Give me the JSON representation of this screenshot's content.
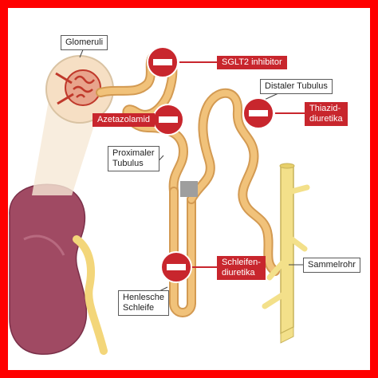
{
  "colors": {
    "frame": "#ff0000",
    "drug_red": "#c8262d",
    "tubule": "#f1c27a",
    "collecting_duct": "#f3e08a",
    "kidney": "#a04a63",
    "glomerulus": "#c0392b"
  },
  "labels": {
    "glomeruli": "Glomeruli",
    "distaler_tubulus": "Distaler Tubulus",
    "proximaler_tubulus": [
      "Proximaler",
      "Tubulus"
    ],
    "henlesche_schleife": [
      "Henlesche",
      "Schleife"
    ],
    "sammelrohr": "Sammelrohr"
  },
  "drugs": {
    "sglt2": "SGLT2 inhibitor",
    "azetazolamid": "Azetazolamid",
    "thiazid": [
      "Thiazid-",
      "diuretika"
    ],
    "schleifen": [
      "Schleifen-",
      "diuretika"
    ]
  },
  "icons": {
    "inhibit": "no-entry-icon"
  }
}
